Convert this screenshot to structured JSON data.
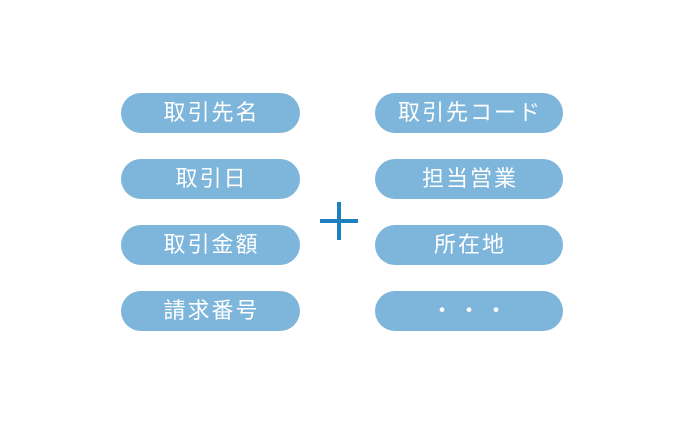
{
  "diagram": {
    "left_column": {
      "items": [
        {
          "label": "取引先名"
        },
        {
          "label": "取引日"
        },
        {
          "label": "取引金額"
        },
        {
          "label": "請求番号"
        }
      ]
    },
    "right_column": {
      "items": [
        {
          "label": "取引先コード"
        },
        {
          "label": "担当営業"
        },
        {
          "label": "所在地"
        },
        {
          "label": "・・・"
        }
      ]
    },
    "plus": {
      "symbol": "+"
    },
    "colors": {
      "pill_fill": "#7EB5DB",
      "pill_text": "#FFFFFF",
      "plus": "#1F80C0",
      "background": "#FFFFFF"
    }
  }
}
